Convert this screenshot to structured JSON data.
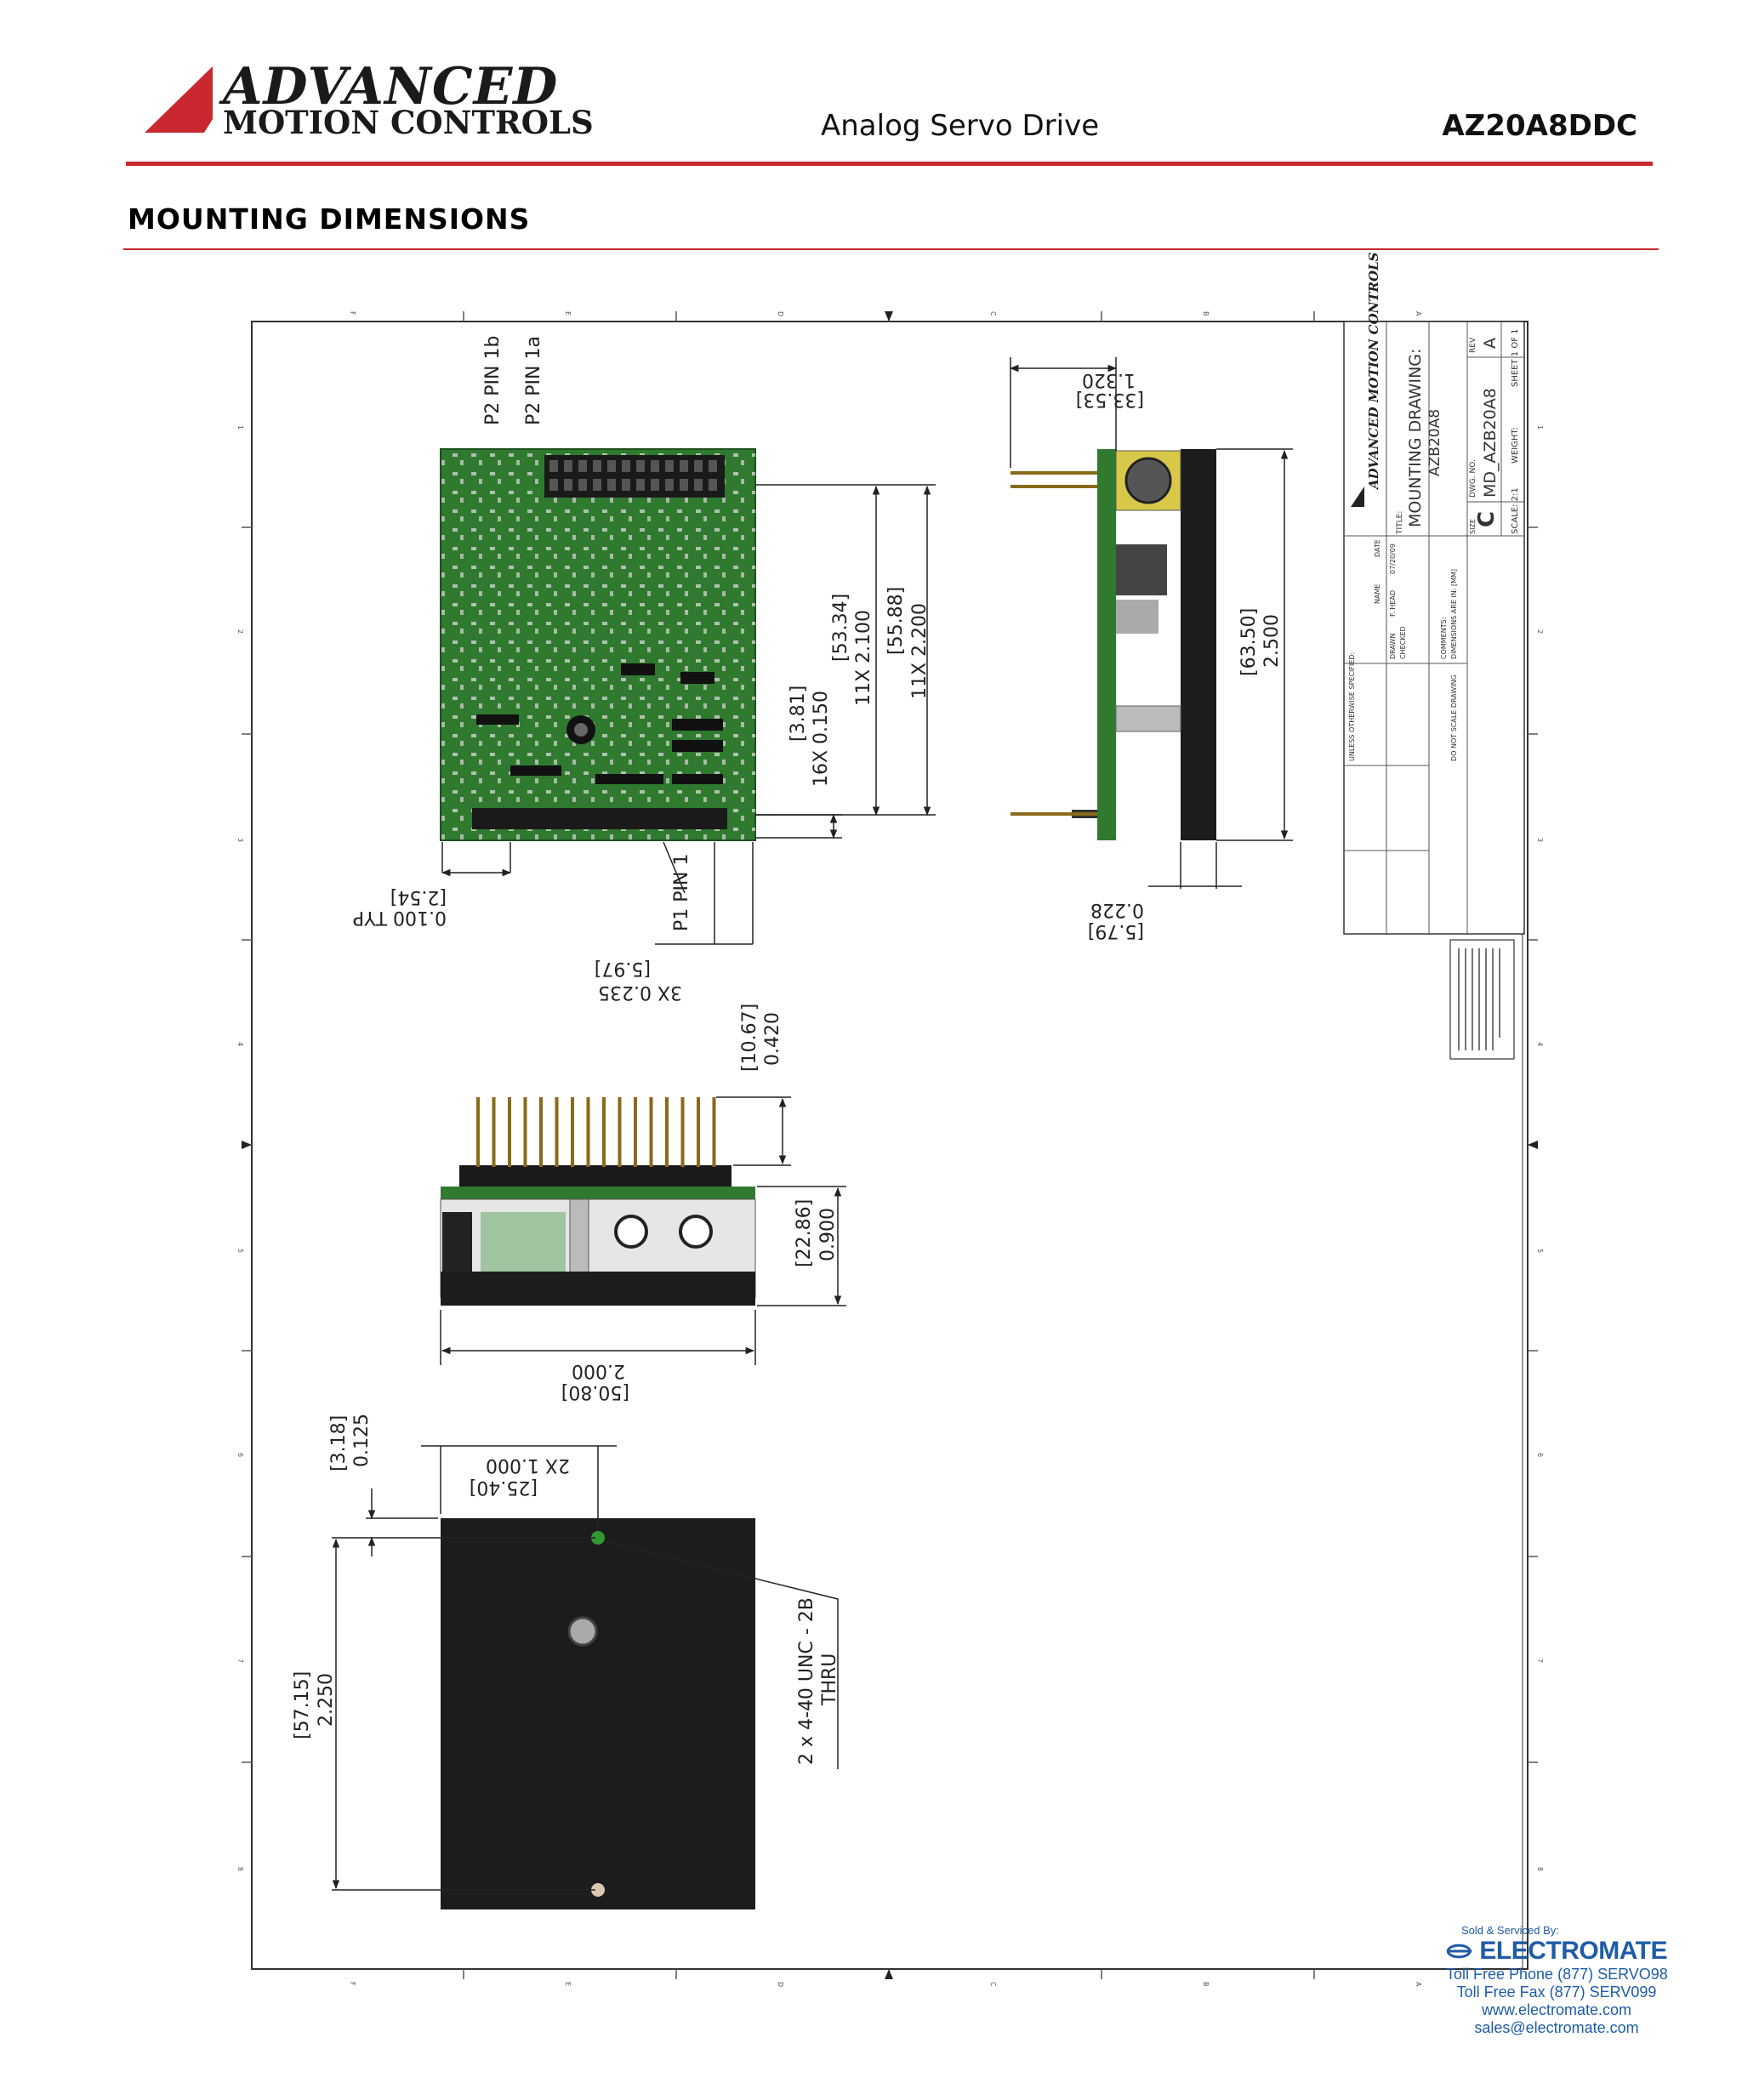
{
  "header": {
    "logo_line1": "ADVANCED",
    "logo_line2": "MOTION CONTROLS",
    "document_title": "Analog Servo Drive",
    "model": "AZ20A8DDC"
  },
  "section": {
    "title": "MOUNTING DIMENSIONS"
  },
  "drawing": {
    "labels": {
      "p2_pin1b": "P2 PIN 1b",
      "p2_pin1a": "P2 PIN 1a",
      "p1_pin1": "P1 PIN 1",
      "pitch_mm": "[2.54]",
      "pitch_in": "0.100 TYP",
      "p1_offset_mm": "[5.97]",
      "p1_offset_in": "3X  0.235",
      "edge_mm": "[3.81]",
      "edge_in": "16X  0.150",
      "p2_span_mm": "[53.34]",
      "p2_span_in": "11X  2.100",
      "p2_span2_mm": "[55.88]",
      "p2_span2_in": "11X  2.200",
      "side_len_mm": "[63.50]",
      "side_len_in": "2.500",
      "pin_len_mm": "[33.53]",
      "pin_len_in": "1.320",
      "plate_mm": "[5.79]",
      "plate_in": "0.228",
      "header_h_mm": "[10.67]",
      "header_h_in": "0.420",
      "body_h_mm": "[22.86]",
      "body_h_in": "0.900",
      "width_mm": "[50.80]",
      "width_in": "2.000",
      "hole_sp_mm": "[25.40]",
      "hole_sp_in": "2X  1.000",
      "hole_edge_mm": "[3.18]",
      "hole_edge_in": "0.125",
      "hole_len_mm": "[57.15]",
      "hole_len_in": "2.250",
      "thread_note_1": "2 x 4-40 UNC - 2B",
      "thread_note_2": "THRU"
    },
    "title_block": {
      "company": "ADVANCED MOTION CONTROLS",
      "title_label": "TITLE:",
      "title_1": "MOUNTING DRAWING:",
      "title_2": "AZB20A8",
      "size_label": "SIZE",
      "size": "C",
      "dwg_label": "DWG. NO.",
      "dwg_no": "MD_AZB20A8",
      "rev_label": "REV",
      "rev": "A",
      "scale": "SCALE: 2:1",
      "weight": "WEIGHT:",
      "sheet": "SHEET 1 OF 1",
      "drawn": "DRAWN",
      "checked": "CHECKED",
      "name_hdr": "NAME",
      "date_hdr": "DATE",
      "drawn_name": "F. HEAD",
      "drawn_date": "07/20/09",
      "comments": "COMMENTS:",
      "dims_note": "DIMENSIONS ARE IN: [MM]",
      "unless": "UNLESS OTHERWISE SPECIFIED:",
      "no_scale": "DO NOT SCALE DRAWING"
    },
    "zones_top": [
      "F",
      "E",
      "D",
      "C",
      "B",
      "A"
    ],
    "zones_side": [
      "1",
      "2",
      "3",
      "4",
      "5",
      "6",
      "7",
      "8"
    ]
  },
  "footer": {
    "sold_by": "Sold & Serviced By:",
    "brand": "ELECTROMATE",
    "phone": "Toll Free Phone  (877) SERVO98",
    "fax": "Toll Free Fax  (877) SERV099",
    "web": "www.electromate.com",
    "email": "sales@electromate.com"
  },
  "colors": {
    "accent_red": "#c8282e",
    "pcb_green": "#2f7a2f",
    "footer_blue": "#1f5ca8"
  }
}
